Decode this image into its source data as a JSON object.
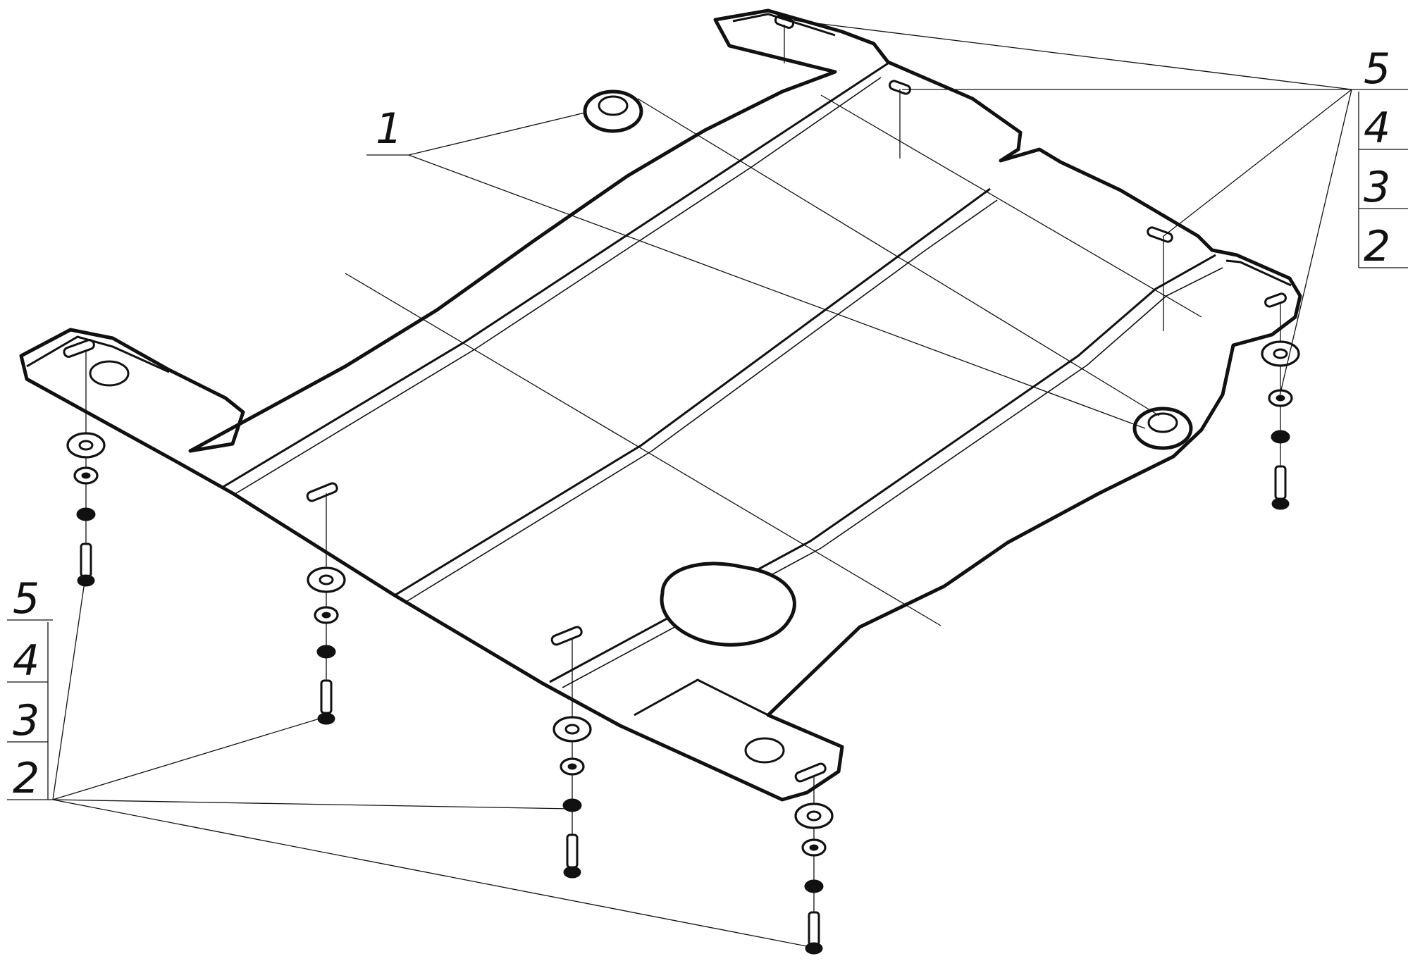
{
  "callouts": {
    "top_right": [
      "5",
      "4",
      "3",
      "2"
    ],
    "left": [
      "5",
      "4",
      "3",
      "2"
    ],
    "top": "1"
  },
  "colors": {
    "ink": "#111111",
    "paper": "#ffffff"
  }
}
